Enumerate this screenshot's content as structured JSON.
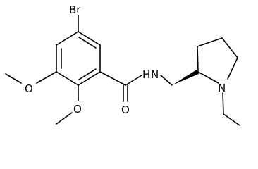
{
  "molecule": {
    "atoms": {
      "bromine": "Br",
      "methoxy_oxygen_3": "O",
      "methoxy_oxygen_2": "O",
      "carbonyl_oxygen": "O",
      "amide_nitrogen": "N",
      "amide_hydrogen": "H",
      "ring_nitrogen": "N"
    }
  }
}
